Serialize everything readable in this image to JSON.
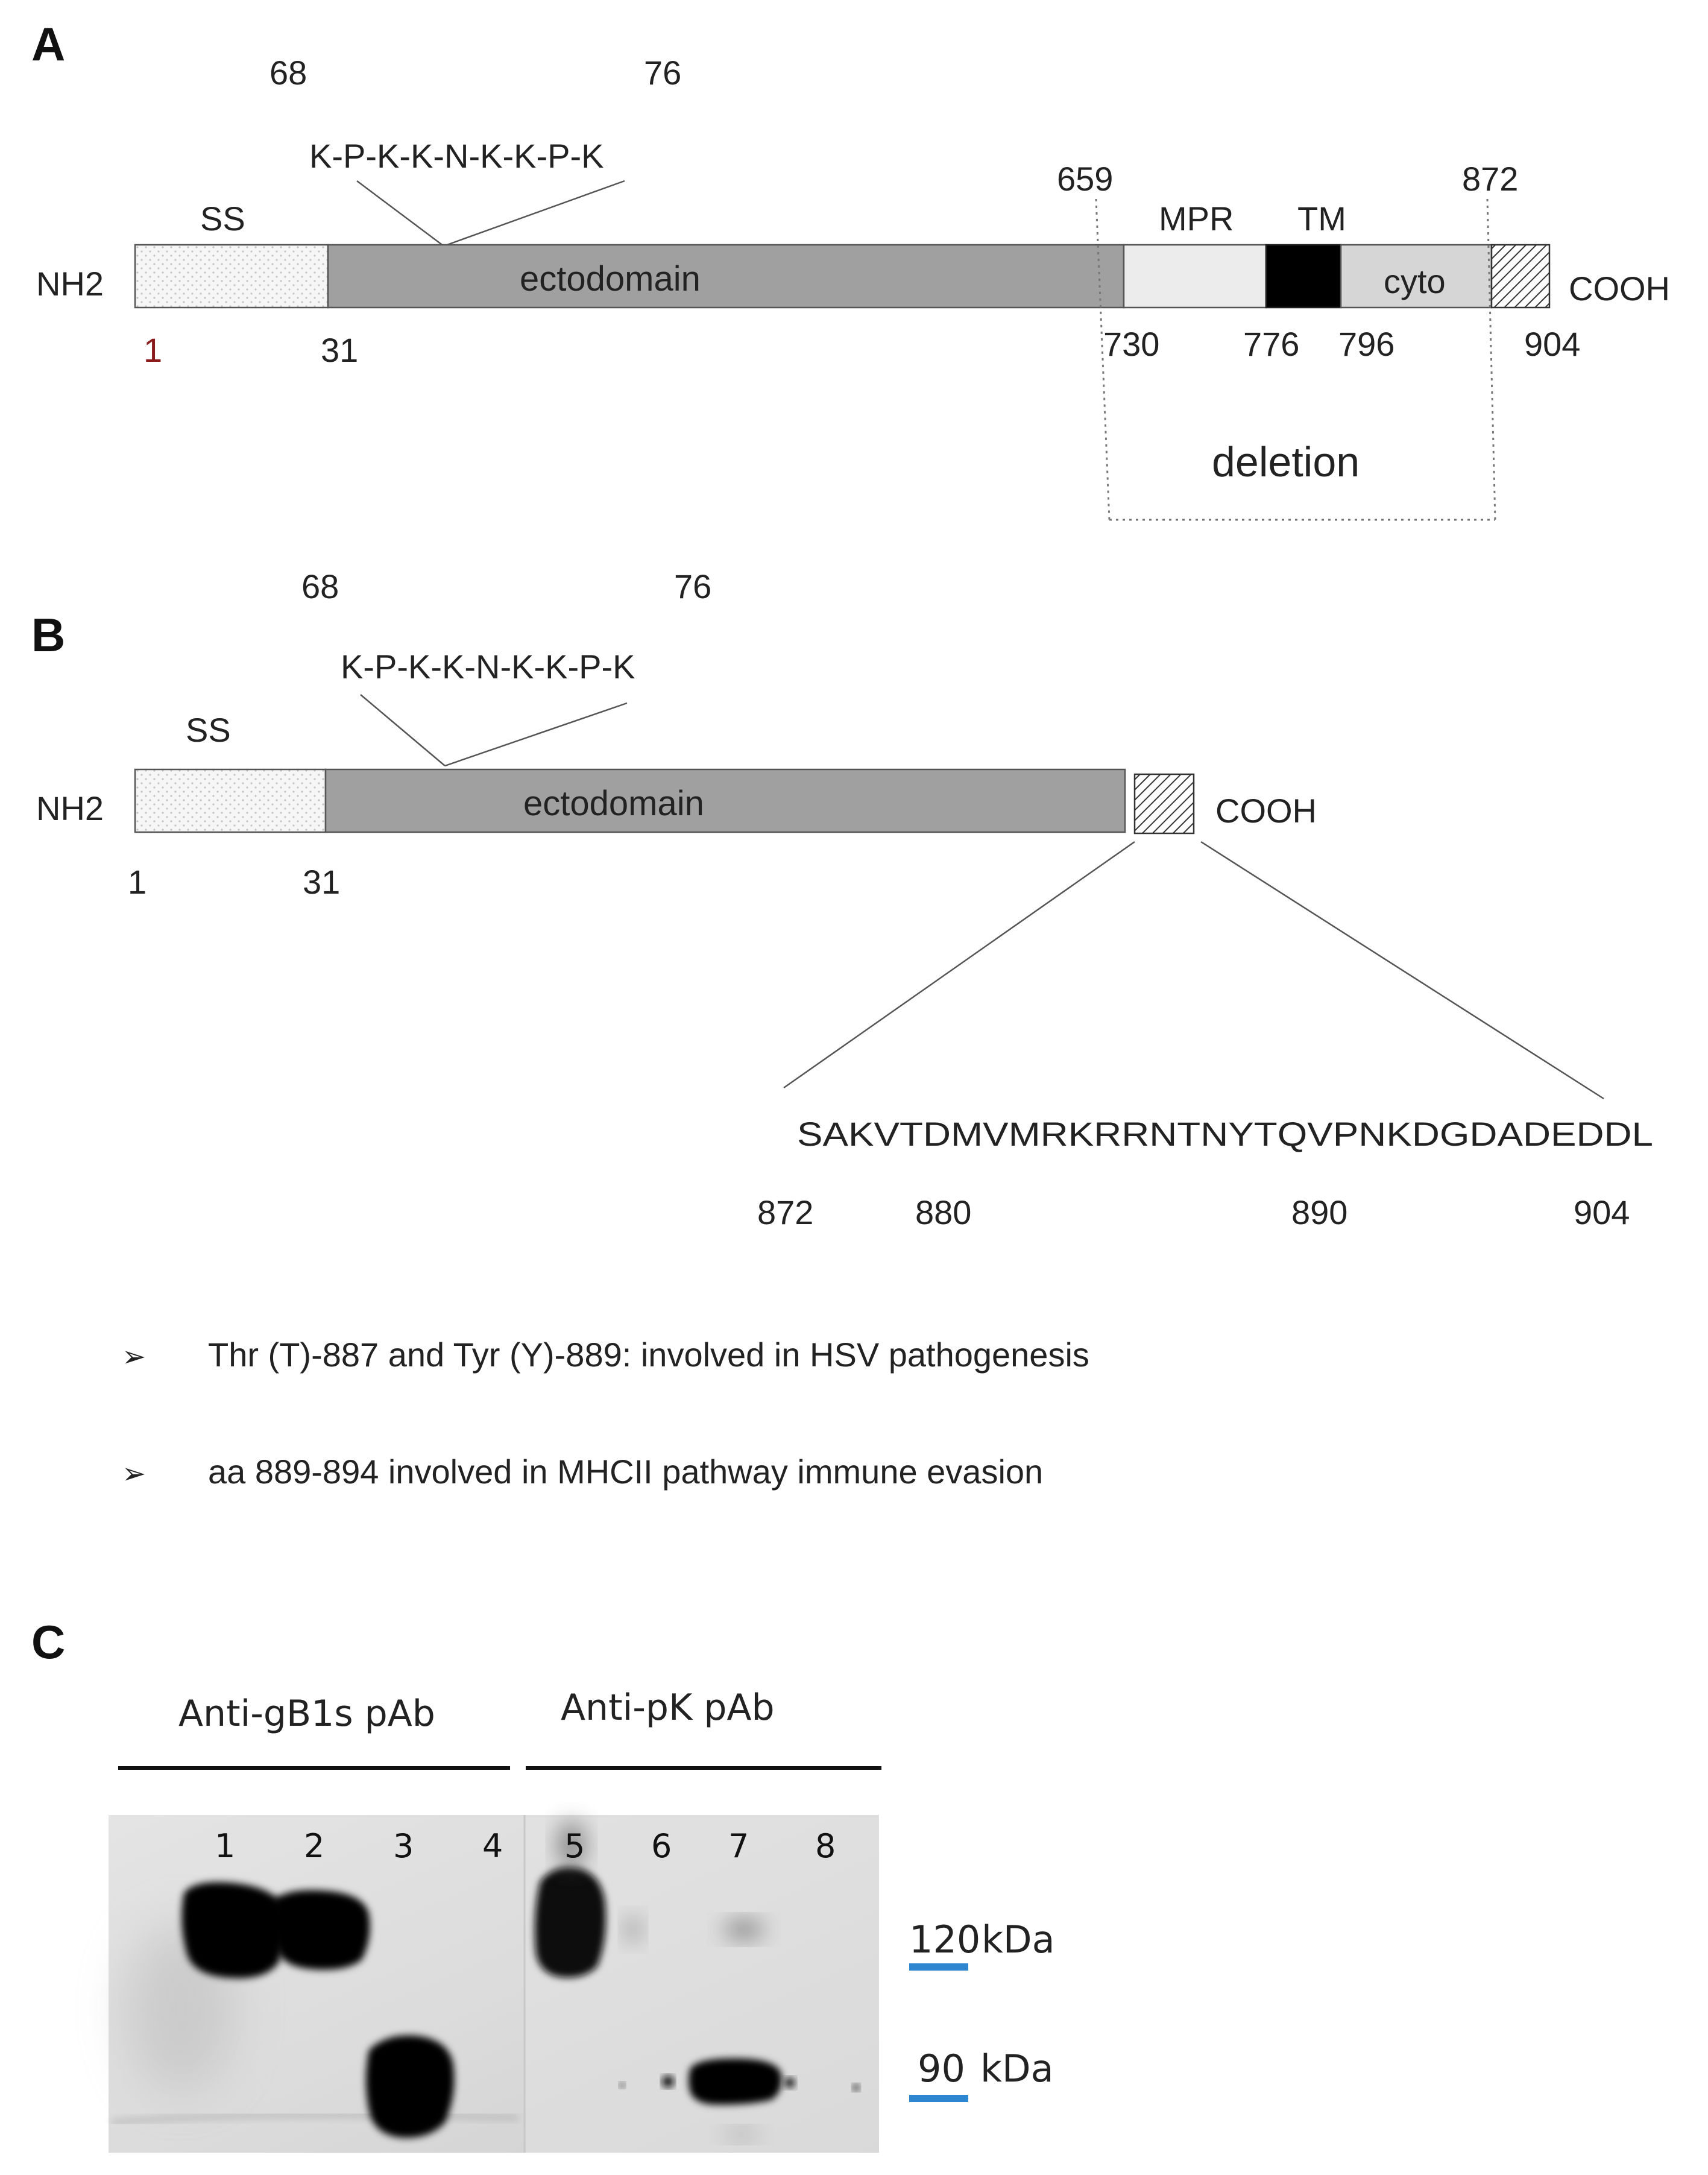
{
  "panels": {
    "a": {
      "label": "A",
      "pos_68": "68",
      "pos_76": "76",
      "motif": "K-P-K-K-N-K-K-P-K",
      "ss": "SS",
      "nh2": "NH2",
      "cooh": "COOH",
      "ectodomain": "ectodomain",
      "mpr": "MPR",
      "tm": "TM",
      "cyto": "cyto",
      "pos_659": "659",
      "pos_872": "872",
      "pos_1": "1",
      "pos_31": "31",
      "pos_730": "730",
      "pos_776": "776",
      "pos_796": "796",
      "pos_904": "904",
      "deletion": "deletion"
    },
    "b": {
      "label": "B",
      "pos_68": "68",
      "pos_76": "76",
      "motif": "K-P-K-K-N-K-K-P-K",
      "ss": "SS",
      "nh2": "NH2",
      "cooh": "COOH",
      "ectodomain": "ectodomain",
      "pos_1": "1",
      "pos_31": "31",
      "sequence": "SAKVTDMVMRKRRNTNYTQVPNKDGDADEDDL",
      "pos_872": "872",
      "pos_880": "880",
      "pos_890": "890",
      "pos_904": "904",
      "bullets": [
        "Thr (T)-887 and Tyr (Y)-889: involved in HSV pathogenesis",
        "aa 889-894 involved in MHCII pathway immune evasion"
      ],
      "bullet_glyph": "➢"
    },
    "c": {
      "label": "C",
      "group1": "Anti-gB1s pAb",
      "group2": "Anti-pK pAb",
      "lanes": [
        "1",
        "2",
        "3",
        "4",
        "5",
        "6",
        "7",
        "8"
      ],
      "markers": [
        {
          "value": "120",
          "unit": "kDa"
        },
        {
          "value": "90",
          "unit": "kDa"
        }
      ],
      "marker_color": "#2e86d0"
    }
  }
}
